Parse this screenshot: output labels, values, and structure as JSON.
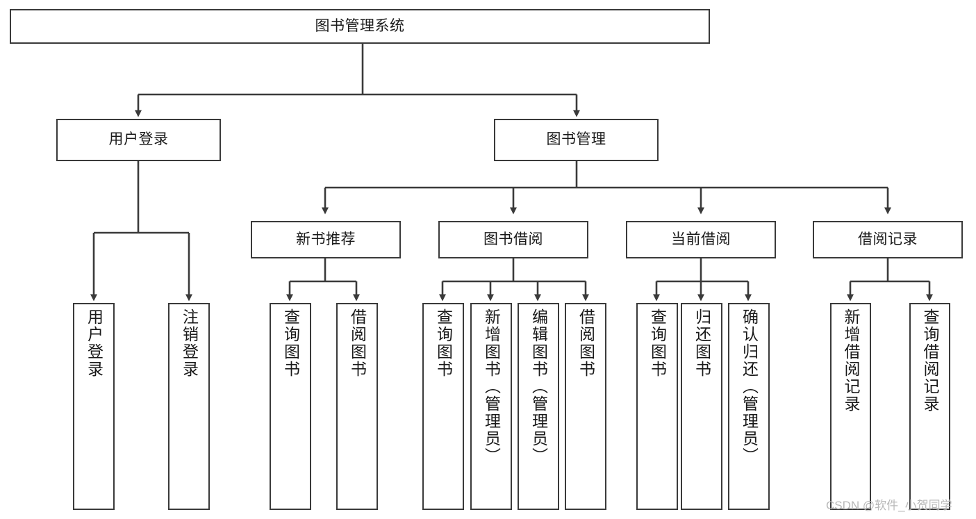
{
  "diagram": {
    "title": "图书管理系统",
    "type": "tree",
    "root": {
      "label": "图书管理系统"
    },
    "level1": [
      {
        "label": "用户登录"
      },
      {
        "label": "图书管理"
      }
    ],
    "level2": [
      {
        "label": "新书推荐"
      },
      {
        "label": "图书借阅"
      },
      {
        "label": "当前借阅"
      },
      {
        "label": "借阅记录"
      }
    ],
    "leaves": {
      "user_login": [
        {
          "label": "用户登录"
        },
        {
          "label": "注销登录"
        }
      ],
      "new_book_recommend": [
        {
          "label": "查询图书"
        },
        {
          "label": "借阅图书"
        }
      ],
      "book_borrow": [
        {
          "label": "查询图书"
        },
        {
          "label": "新增图书（管理员）"
        },
        {
          "label": "编辑图书（管理员）"
        },
        {
          "label": "借阅图书"
        }
      ],
      "current_borrow": [
        {
          "label": "查询图书"
        },
        {
          "label": "归还图书"
        },
        {
          "label": "确认归还（管理员）"
        }
      ],
      "borrow_record": [
        {
          "label": "新增借阅记录"
        },
        {
          "label": "查询借阅记录"
        }
      ]
    },
    "watermark": "CSDN @软件_小贺同学",
    "colors": {
      "stroke": "#3a3a3a",
      "fill": "#ffffff",
      "text": "#1a1a1a",
      "watermark": "#b9b9b9"
    }
  }
}
